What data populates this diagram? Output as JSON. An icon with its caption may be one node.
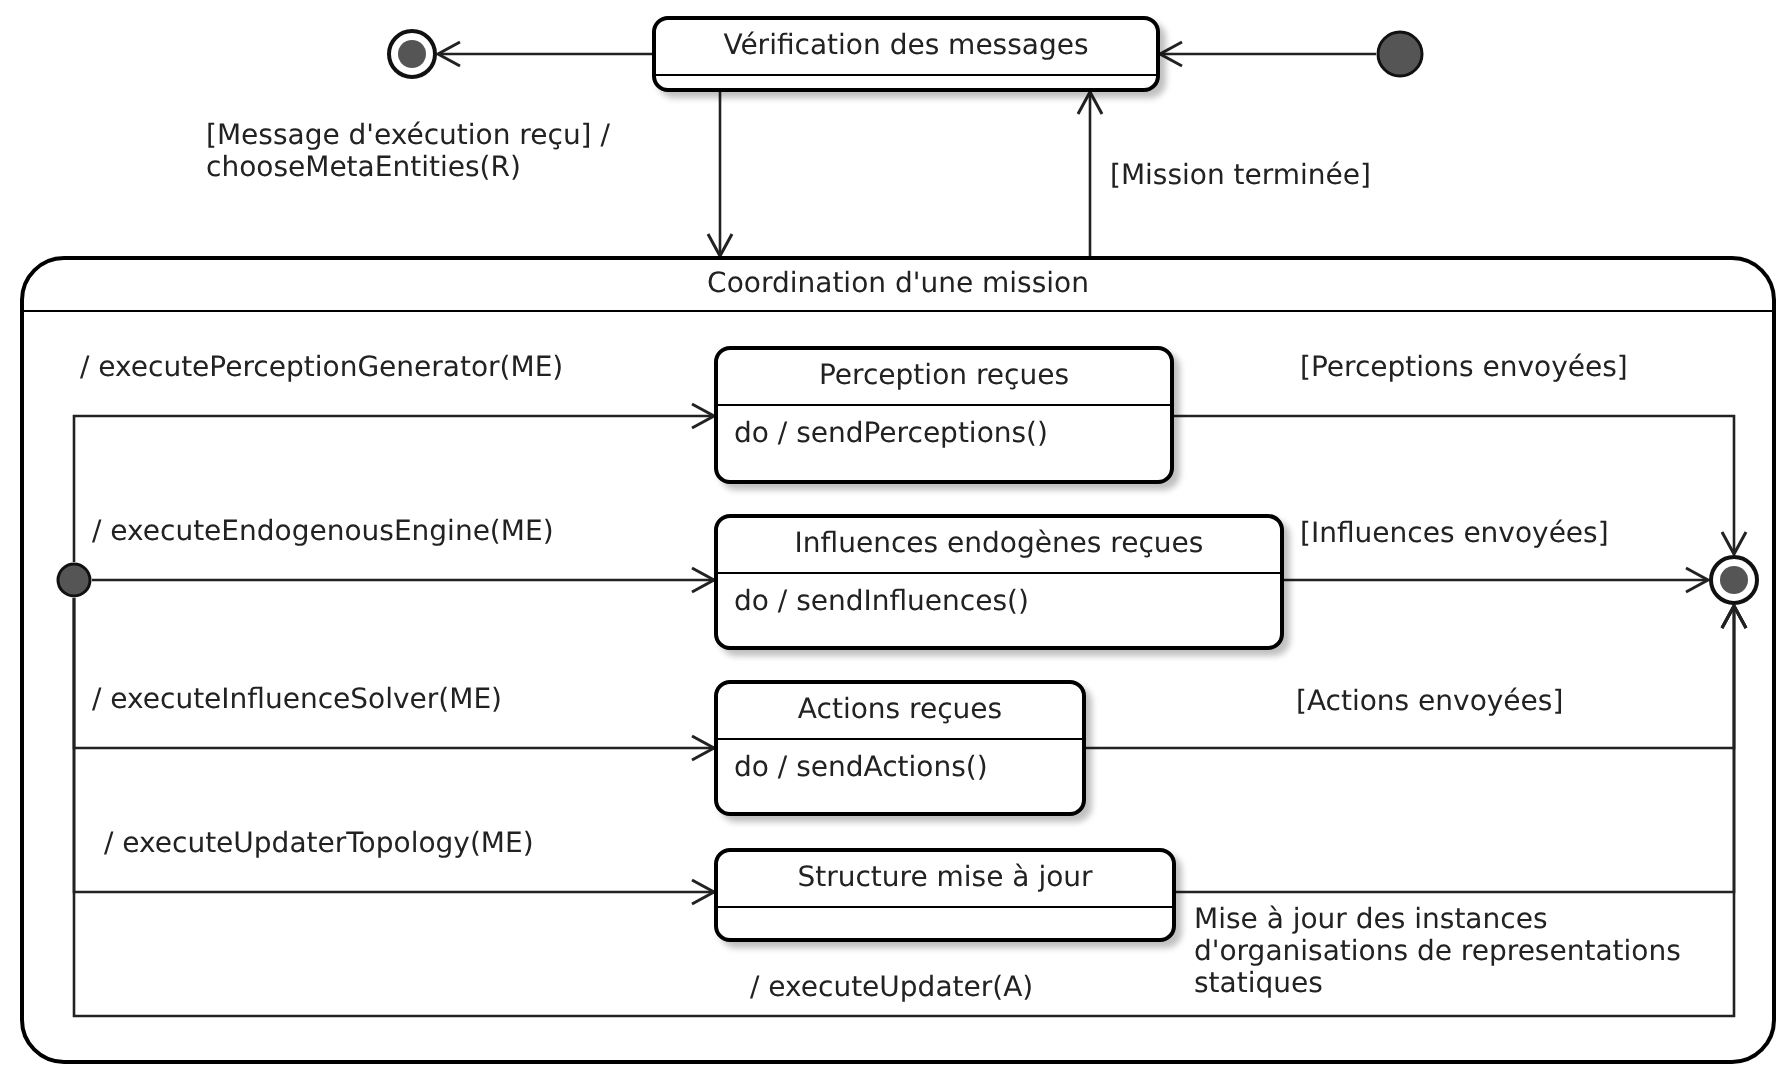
{
  "diagram": {
    "nodes": [
      {
        "text": [],
        "shape": "bullseye"
      },
      {
        "text": [
          "Vérification des messages"
        ]
      },
      {
        "text": [],
        "shape": "circle"
      },
      {
        "text": [
          "Coordination d'une mission"
        ]
      },
      {
        "text": [],
        "shape": "circle",
        "in": 3
      },
      {
        "text": [
          "Perception reçues",
          "do / sendPerceptions()"
        ],
        "in": 3
      },
      {
        "text": [
          "Influences endogènes reçues",
          "do / sendInfluences()"
        ],
        "in": 3
      },
      {
        "text": [
          "Actions reçues",
          "do / sendActions()"
        ],
        "in": 3
      },
      {
        "text": [
          "Structure mise à jour"
        ],
        "in": 3
      },
      {
        "text": [],
        "shape": "bullseye",
        "in": 3
      }
    ],
    "edges": [
      {
        "from": 1,
        "to": 0,
        "arrow": "to"
      },
      {
        "from": 2,
        "to": 1,
        "arrow": "to"
      },
      {
        "from": 1,
        "to": 3,
        "arrow": "to",
        "label": "[Message d'exécution reçu] / chooseMetaEntities(R)"
      },
      {
        "from": 3,
        "to": 1,
        "arrow": "to",
        "label": "[Mission terminée]"
      },
      {
        "from": 4,
        "to": 5,
        "arrow": "to",
        "label": "/ executePerceptionGenerator(ME)"
      },
      {
        "from": 4,
        "to": 6,
        "arrow": "to",
        "label": "/ executeEndogenousEngine(ME)"
      },
      {
        "from": 4,
        "to": 7,
        "arrow": "to",
        "label": "/ executeInfluenceSolver(ME)"
      },
      {
        "from": 4,
        "to": 8,
        "arrow": "to",
        "label": "/ executeUpdaterTopology(ME)"
      },
      {
        "from": 4,
        "to": 9,
        "arrow": "to",
        "label": "/ executeUpdater(A)"
      },
      {
        "from": 5,
        "to": 9,
        "arrow": "to",
        "label": "[Perceptions envoyées]"
      },
      {
        "from": 6,
        "to": 9,
        "arrow": "to",
        "label": "[Influences envoyées]"
      },
      {
        "from": 7,
        "to": 9,
        "arrow": "to",
        "label": "[Actions envoyées]"
      },
      {
        "from": 8,
        "to": 9,
        "arrow": "to",
        "label": "Mise à jour des instances d'organisations de representations statiques"
      }
    ]
  }
}
